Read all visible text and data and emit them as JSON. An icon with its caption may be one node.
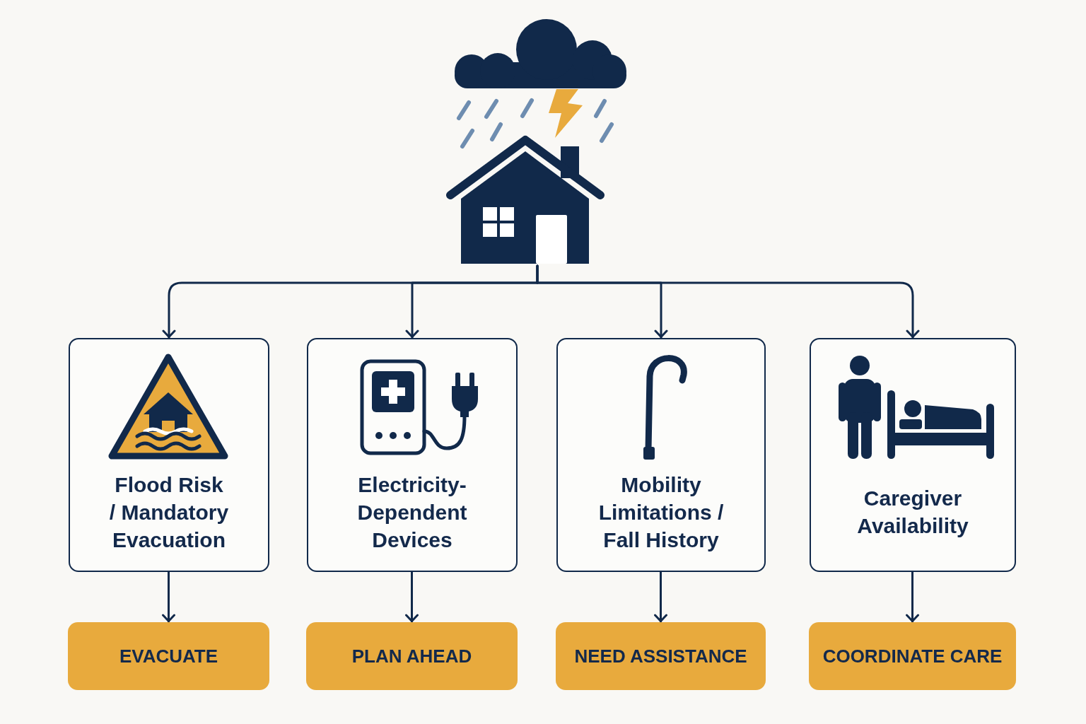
{
  "diagram": {
    "nodes": [
      {
        "text": [],
        "shape": "picture"
      },
      {
        "text": [
          "Flood Risk / Mandatory Evacuation"
        ]
      },
      {
        "text": [
          "Electricity-Dependent Devices"
        ]
      },
      {
        "text": [
          "Mobility Limitations / Fall History"
        ]
      },
      {
        "text": [
          "Caregiver Availability"
        ]
      },
      {
        "text": [
          "EVACUATE"
        ]
      },
      {
        "text": [
          "PLAN AHEAD"
        ]
      },
      {
        "text": [
          "NEED ASSISTANCE"
        ]
      },
      {
        "text": [
          "COORDINATE CARE"
        ]
      }
    ],
    "edges": [
      {
        "from": 0,
        "to": 1,
        "arrow": "to"
      },
      {
        "from": 0,
        "to": 2,
        "arrow": "to"
      },
      {
        "from": 0,
        "to": 3,
        "arrow": "to"
      },
      {
        "from": 0,
        "to": 4,
        "arrow": "to"
      },
      {
        "from": 1,
        "to": 5,
        "arrow": "to"
      },
      {
        "from": 2,
        "to": 6,
        "arrow": "to"
      },
      {
        "from": 3,
        "to": 7,
        "arrow": "to"
      },
      {
        "from": 4,
        "to": 8,
        "arrow": "to"
      }
    ]
  }
}
